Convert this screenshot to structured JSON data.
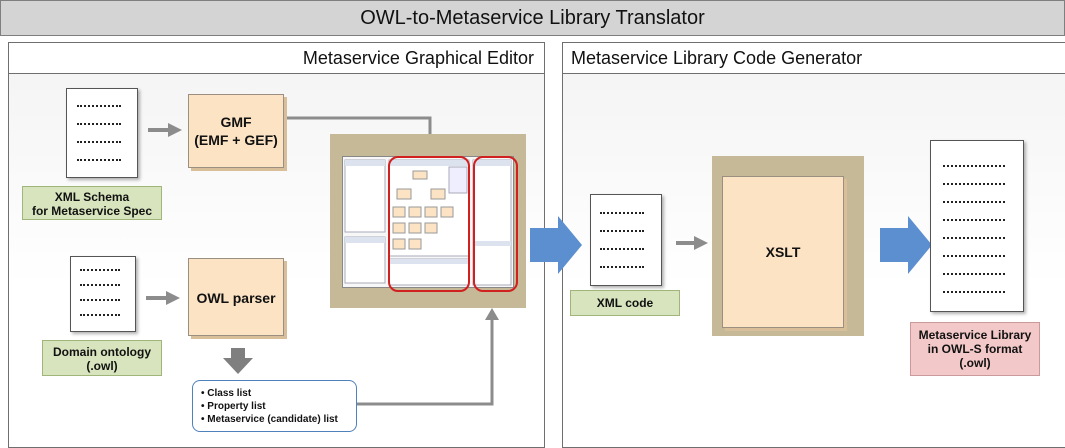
{
  "title": "OWL-to-Metaservice  Library Translator",
  "left_panel": {
    "title": "Metaservice Graphical Editor"
  },
  "right_panel": {
    "title": "Metaservice Library Code Generator"
  },
  "gmf": {
    "line1": "GMF",
    "line2": "(EMF + GEF)"
  },
  "owl_parser": {
    "label": "OWL parser"
  },
  "xml_schema_label": {
    "line1": "XML Schema",
    "line2": "for Metaservice Spec"
  },
  "domain_ontology_label": {
    "line1": "Domain ontology",
    "line2": "(.owl)"
  },
  "list_box": {
    "items": [
      "Class list",
      "Property list",
      "Metaservice (candidate) list"
    ]
  },
  "xml_code_label": "XML code",
  "xslt_label": "XSLT",
  "output_label": {
    "line1": "Metaservice Library",
    "line2": "in OWL-S format",
    "line3": "(.owl)"
  },
  "colors": {
    "accent_blue": "#4f81bd",
    "green_label": "#d7e4bd",
    "pink_label": "#f2c9c8",
    "box_fill": "#fbe3c4",
    "screen_bg": "#c6b998"
  }
}
